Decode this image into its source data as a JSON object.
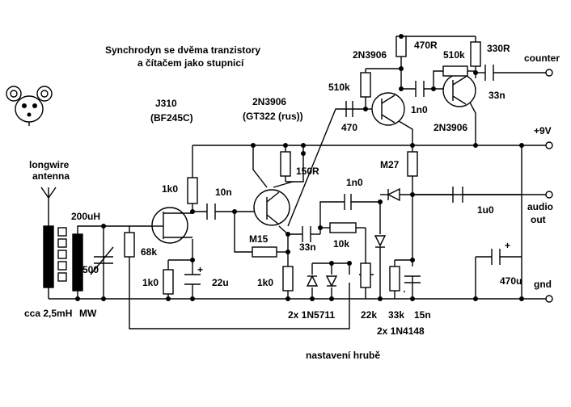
{
  "title": {
    "line1": "Synchrodyn se dvěma tranzistory",
    "line2": "a čítačem jako stupnicí"
  },
  "labels": {
    "j310": "J310",
    "bf245c": "(BF245C)",
    "q2_name": "2N3906",
    "q2_alt": "(GT322 (rus))",
    "q3_name": "2N3906",
    "q4_name": "2N3906",
    "r_470R": "470R",
    "r_510k_a": "510k",
    "r_510k_b": "510k",
    "r_330R": "330R",
    "c_470": "470",
    "c_1n0_a": "1n0",
    "c_33n_top": "33n",
    "counter": "counter",
    "v9": "+9V",
    "r_150R": "150R",
    "r_M27": "M27",
    "r_1k0_a": "1k0",
    "c_10n": "10n",
    "c_1n0_b": "1n0",
    "c_1u0": "1u0",
    "audio": "audio",
    "out": "out",
    "longwire": "longwire",
    "antenna": "antenna",
    "L_200uH": "200uH",
    "r_68k": "68k",
    "r_M15": "M15",
    "c_33n_mid": "33n",
    "r_10k": "10k",
    "c_500": "500",
    "plus_a": "+",
    "plus_b": "+",
    "c_470u": "470u",
    "r_1k0_b": "1k0",
    "c_22u": "22u",
    "r_1k0_c": "1k0",
    "gnd": "gnd",
    "cca": "cca 2,5mH",
    "mw": "MW",
    "d_1N5711": "2x 1N5711",
    "r_22k": "22k",
    "r_33k": "33k",
    "c_15n": "15n",
    "d_1N4148": "2x 1N4148",
    "nastaveni": "nastavení hrubě"
  }
}
